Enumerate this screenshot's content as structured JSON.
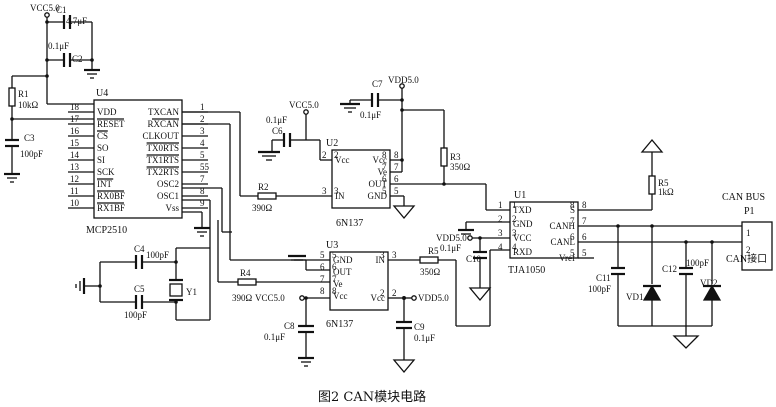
{
  "caption": "图2   CAN模块电路",
  "u4": {
    "ref": "U4",
    "part": "MCP2510",
    "left_pins": [
      {
        "num": "18",
        "name": "VDD"
      },
      {
        "num": "17",
        "name": "RESET"
      },
      {
        "num": "16",
        "name": "CS"
      },
      {
        "num": "15",
        "name": "SO"
      },
      {
        "num": "14",
        "name": "SI"
      },
      {
        "num": "13",
        "name": "SCK"
      },
      {
        "num": "12",
        "name": "INT"
      },
      {
        "num": "11",
        "name": "RX0BF"
      },
      {
        "num": "10",
        "name": "RX1BF"
      }
    ],
    "right_pins": [
      {
        "num": "1",
        "name": "TXCAN"
      },
      {
        "num": "2",
        "name": "RXCAN"
      },
      {
        "num": "3",
        "name": "CLKOUT"
      },
      {
        "num": "4",
        "name": "TX0RTS"
      },
      {
        "num": "5",
        "name": "TX1RTS"
      },
      {
        "num": "55",
        "name": "TX2RTS"
      },
      {
        "num": "7",
        "name": "OSC2"
      },
      {
        "num": "8",
        "name": "OSC1"
      },
      {
        "num": "9",
        "name": "Vss"
      }
    ]
  },
  "u2": {
    "ref": "U2",
    "part": "6N137",
    "left_pins": [
      {
        "num": "2",
        "name": "Vcc"
      },
      {
        "num": "3",
        "name": "IN"
      }
    ],
    "right_pins": [
      {
        "num": "8",
        "name": "Vcc"
      },
      {
        "num": "7",
        "name": "Ve"
      },
      {
        "num": "6",
        "name": "OUT"
      },
      {
        "num": "5",
        "name": "GND"
      }
    ]
  },
  "u3": {
    "ref": "U3",
    "part": "6N137",
    "left_pins": [
      {
        "num": "5",
        "name": "GND"
      },
      {
        "num": "6",
        "name": "OUT"
      },
      {
        "num": "7",
        "name": "Ve"
      },
      {
        "num": "8",
        "name": "Vcc"
      }
    ],
    "right_pins": [
      {
        "num": "3",
        "name": "IN"
      },
      {
        "num": "2",
        "name": "Vcc"
      }
    ]
  },
  "u1": {
    "ref": "U1",
    "part": "TJA1050",
    "left_pins": [
      {
        "num": "1",
        "name": "TXD"
      },
      {
        "num": "2",
        "name": "GND"
      },
      {
        "num": "3",
        "name": "VCC"
      },
      {
        "num": "4",
        "name": "RXD"
      }
    ],
    "right_pins": [
      {
        "num": "8",
        "name": "S"
      },
      {
        "num": "7",
        "name": "CANH"
      },
      {
        "num": "6",
        "name": "CANL"
      },
      {
        "num": "5",
        "name": "Vref"
      }
    ]
  },
  "p1": {
    "ref": "P1",
    "bus_label": "CAN BUS",
    "port_label": "CAN接口",
    "pins": [
      "1",
      "2"
    ]
  },
  "labels": {
    "vcc50_top": "VCC5.0",
    "c1_value": "4.7μF",
    "c2_value": "0.1μF",
    "c1_ref": "C1",
    "c2_ref": "C2",
    "r1_ref": "R1",
    "r1_value": "10kΩ",
    "c3_ref": "C3",
    "c3_value": "100pF",
    "vcc50_u2": "VCC5.0",
    "c6_value": "0.1μF",
    "c6_ref": "C6",
    "vdd50_top": "VDD5.0",
    "c7_value": "0.1μF",
    "c7_ref": "C7",
    "r3_ref": "R3",
    "r3_value": "350Ω",
    "r2_ref": "R2",
    "r2_value": "390Ω",
    "c4_ref": "C4",
    "c4_value": "100pF",
    "c5_ref": "C5",
    "c5_value": "100pF",
    "y1_ref": "Y1",
    "r4_ref": "R4",
    "r4_value": "390Ω",
    "vcc50_u3": "VCC5.0",
    "c8_ref": "C8",
    "c8_value": "0.1μF",
    "r5_ref": "R5",
    "r5_value": "350Ω",
    "vdd50_u3": "VDD5.0",
    "c9_ref": "C9",
    "c9_value": "0.1μF",
    "vdd50_u1": "VDD5.0",
    "c10_ref": "C10",
    "c10_value": "0.1μF",
    "r5b_ref": "R5",
    "r5b_value": "1kΩ",
    "c11_ref": "C11",
    "c11_value": "100pF",
    "c12_ref": "C12",
    "c12_value": "100pF",
    "vd1_ref": "VD1",
    "vd2_ref": "VD2"
  }
}
